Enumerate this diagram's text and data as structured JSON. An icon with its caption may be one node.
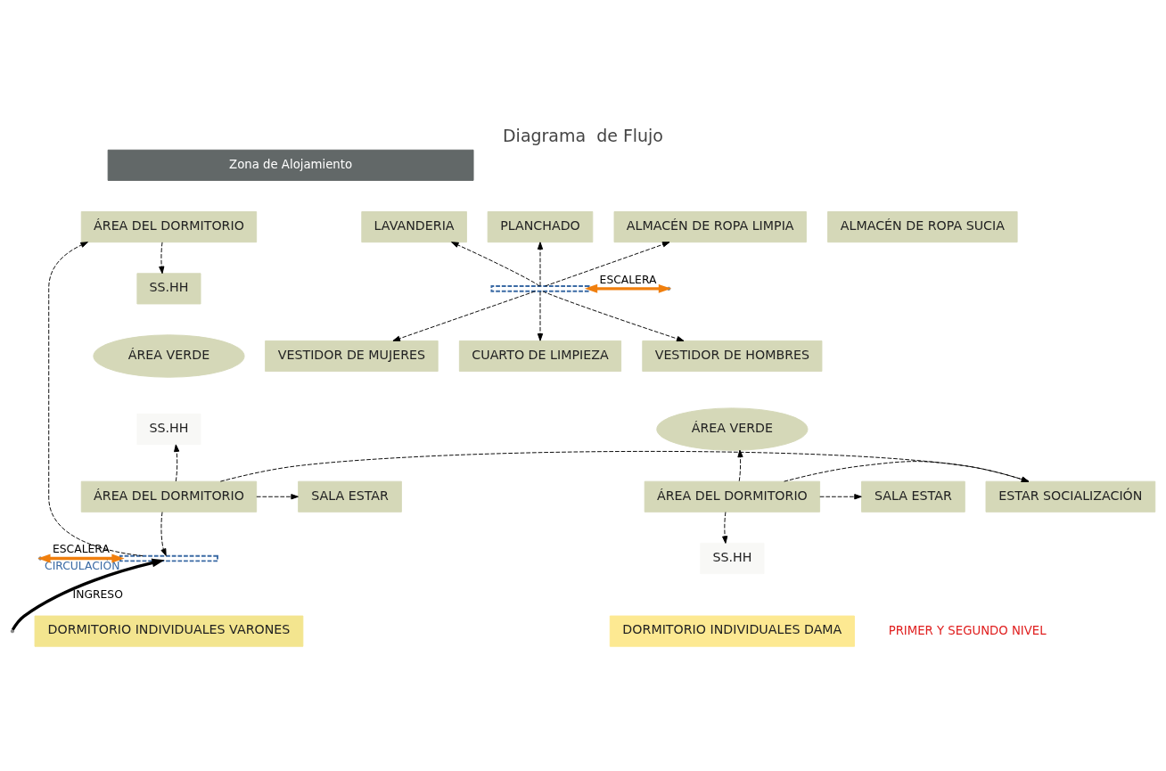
{
  "diagram": {
    "title": "Diagrama  de Flujo",
    "nodes": [
      {
        "text": [
          "Zona de Alojamiento"
        ]
      },
      {
        "text": [
          "ÁREA DEL DORMITORIO"
        ]
      },
      {
        "text": [
          "SS.HH"
        ]
      },
      {
        "text": [
          "ÁREA VERDE"
        ]
      },
      {
        "text": [
          "SS.HH"
        ]
      },
      {
        "text": [
          "SALA ESTAR"
        ]
      },
      {
        "text": [
          "ÁREA DEL DORMITORIO"
        ]
      },
      {
        "text": [
          "ESTAR SOCIALIZACIÓN"
        ]
      },
      {
        "text": [
          "DORMITORIO INDIVIDUALES VARONES"
        ]
      },
      {
        "text": [
          "ALMACÉN DE ROPA SUCIA"
        ]
      },
      {
        "text": [
          "LAVANDERIA"
        ]
      },
      {
        "text": [
          "PLANCHADO"
        ]
      },
      {
        "text": [
          "ALMACÉN DE ROPA LIMPIA"
        ]
      },
      {
        "text": [
          "CUARTO DE LIMPIEZA"
        ]
      },
      {
        "text": [
          "VESTIDOR DE HOMBRES"
        ]
      },
      {
        "text": [
          "VESTIDOR DE MUJERES"
        ]
      },
      {
        "text": [
          "ÁREA VERDE"
        ]
      },
      {
        "text": [
          "ÁREA DEL DORMITORIO"
        ]
      },
      {
        "text": [
          "SALA ESTAR"
        ]
      },
      {
        "text": [
          "SS.HH"
        ]
      },
      {
        "text": [
          "DORMITORIO INDIVIDUALES DAMA"
        ]
      },
      {
        "text": [],
        "shape": "bar",
        "beside": [
          "CIRCULACIÓN"
        ]
      },
      {
        "text": [],
        "shape": "bar"
      }
    ],
    "edges": [
      {
        "from": null,
        "to": 21,
        "arrow": "to",
        "label": "INGRESO",
        "style": "thick"
      },
      {
        "from": null,
        "to": 21,
        "arrow": "both",
        "label": "ESCALERA",
        "style": "thick",
        "color": "#f07f0e"
      },
      {
        "from": 21,
        "to": 1,
        "arrow": "to",
        "style": "dashed"
      },
      {
        "from": 1,
        "to": 2,
        "arrow": "to",
        "style": "dashed"
      },
      {
        "from": 6,
        "to": 4,
        "arrow": "to",
        "style": "dashed"
      },
      {
        "from": 6,
        "to": 5,
        "arrow": "to",
        "style": "dashed"
      },
      {
        "from": 6,
        "to": 7,
        "arrow": "to",
        "style": "dashed"
      },
      {
        "from": 6,
        "to": 21,
        "arrow": "to",
        "style": "dashed"
      },
      {
        "from": 22,
        "to": 10,
        "arrow": "to",
        "style": "dashed"
      },
      {
        "from": 22,
        "to": 11,
        "arrow": "to",
        "style": "dashed"
      },
      {
        "from": 22,
        "to": 12,
        "arrow": "to",
        "style": "dashed"
      },
      {
        "from": 22,
        "to": 13,
        "arrow": "to",
        "style": "dashed"
      },
      {
        "from": 22,
        "to": 14,
        "arrow": "to",
        "style": "dashed"
      },
      {
        "from": 22,
        "to": 15,
        "arrow": "to",
        "style": "dashed"
      },
      {
        "from": 22,
        "to": null,
        "arrow": "both",
        "label": "ESCALERA",
        "style": "thick",
        "color": "#f07f0e"
      },
      {
        "from": 17,
        "to": 16,
        "arrow": "to",
        "style": "dashed"
      },
      {
        "from": 17,
        "to": 7,
        "arrow": "to",
        "style": "dashed"
      },
      {
        "from": 17,
        "to": 18,
        "arrow": "to",
        "style": "dashed"
      },
      {
        "from": 17,
        "to": 19,
        "arrow": "to",
        "style": "dashed"
      }
    ],
    "labels": [
      "PRIMER Y SEGUNDO NIVEL"
    ]
  }
}
